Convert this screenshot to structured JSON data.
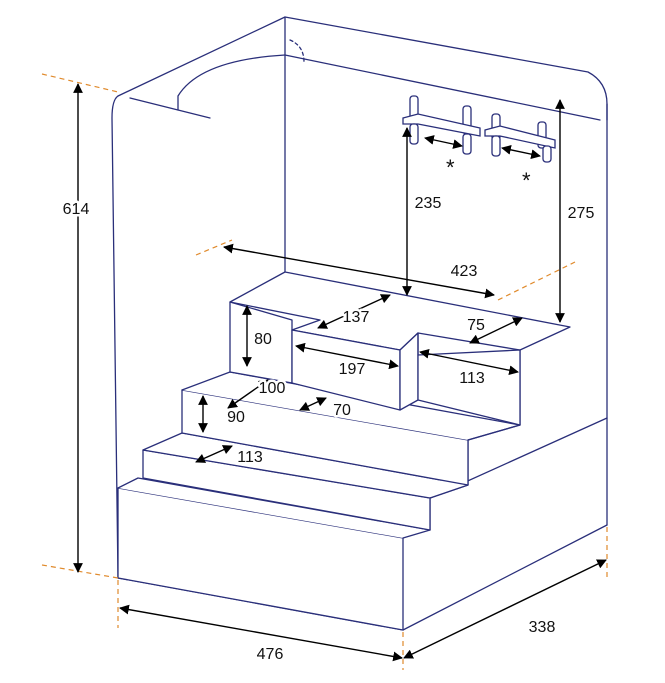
{
  "dimensions": {
    "height": "614",
    "width": "476",
    "depth": "338",
    "inner_width": "423",
    "left_rail_height": "235",
    "right_rail_height": "275",
    "step_top_depth": "137",
    "step_top_right_depth": "75",
    "step_top_width": "197",
    "step_top_right_width": "113",
    "step_top_height": "80",
    "step_mid_depth": "100",
    "step_mid_height": "90",
    "step_mid_inset": "70",
    "step_low_depth": "113"
  },
  "markers": {
    "rail_note": "*"
  }
}
